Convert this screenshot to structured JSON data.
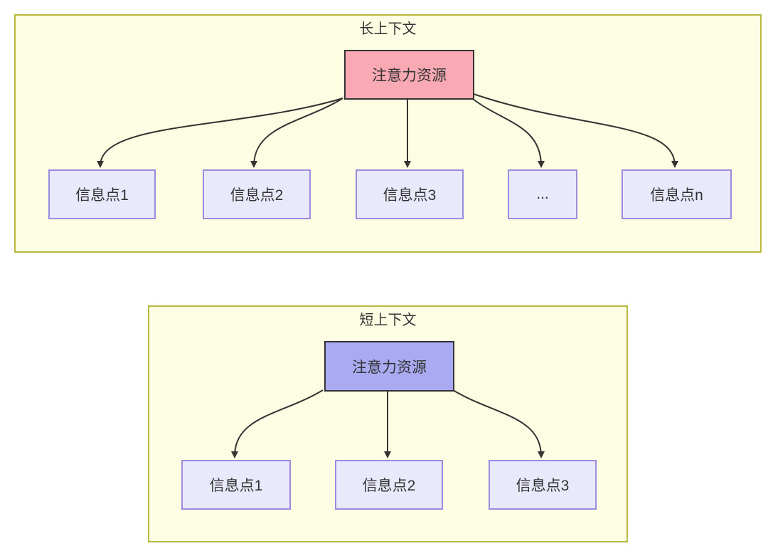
{
  "diagrams": [
    {
      "title": "长上下文",
      "root": {
        "label": "注意力资源",
        "fill": "#f9a9b4"
      },
      "children": [
        "信息点1",
        "信息点2",
        "信息点3",
        "...",
        "信息点n"
      ]
    },
    {
      "title": "短上下文",
      "root": {
        "label": "注意力资源",
        "fill": "#a9aaf2"
      },
      "children": [
        "信息点1",
        "信息点2",
        "信息点3"
      ]
    }
  ],
  "colors": {
    "panel_fill": "#fdfde3",
    "panel_border": "#b9b93f",
    "child_fill": "#e9e9fc",
    "child_border": "#9b8ce0",
    "root_border": "#333333",
    "arrow": "#333333",
    "text": "#333333"
  }
}
